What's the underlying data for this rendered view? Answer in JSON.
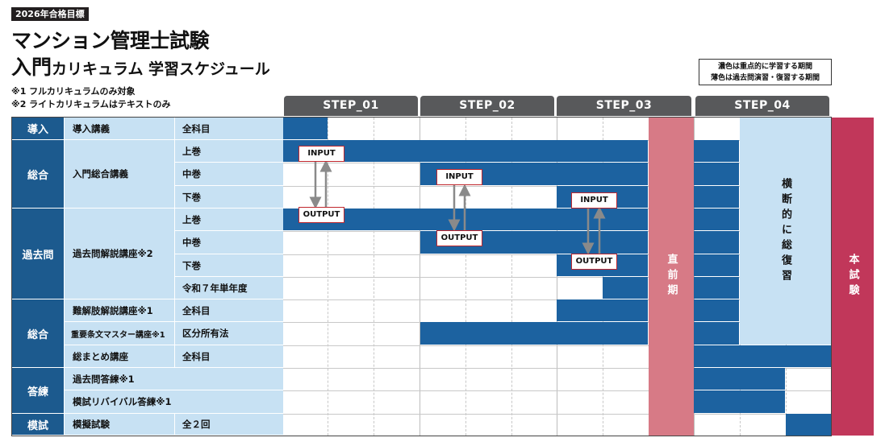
{
  "header": {
    "badge": "2026年合格目標",
    "title_line1": "マンション管理士試験",
    "title_big": "入門",
    "title_small": "カリキュラム 学習スケジュール",
    "notes": [
      "※1 フルカリキュラムのみ対象",
      "※2 ライトカリキュラムはテキストのみ"
    ]
  },
  "legend": {
    "dark": "濃色は重点的に学習する期間",
    "light": "薄色は過去問演習・復習する期間"
  },
  "steps": [
    "STEP_01",
    "STEP_02",
    "STEP_03",
    "STEP_04"
  ],
  "categories": [
    "導入",
    "総合",
    "過去問",
    "総合",
    "答練",
    "模試"
  ],
  "lectures": [
    "導入講義",
    "入門総合講義",
    "過去問解説講座※2",
    "難解肢解説講座※1",
    "重要条文マスター講座※1",
    "総まとめ講座",
    "過去問答練※1",
    "模試リバイバル答練※1",
    "模擬試験"
  ],
  "volumes": [
    "全科目",
    "上巻",
    "中巻",
    "下巻",
    "上巻",
    "中巻",
    "下巻",
    "令和７年単年度",
    "全科目",
    "区分所有法",
    "全科目",
    "全２回"
  ],
  "columns": {
    "chokuzen": "直前期",
    "oudan": "横断的に総復習",
    "honshiken": "本試験"
  },
  "io": {
    "input": "INPUT",
    "output": "OUTPUT"
  },
  "colors": {
    "dark_blue": "#1c62a0",
    "category_blue": "#1c5a8e",
    "light_blue": "#c7e1f3",
    "pink": "#d77a86",
    "crimson": "#c1375a",
    "step_gray": "#58595b"
  }
}
